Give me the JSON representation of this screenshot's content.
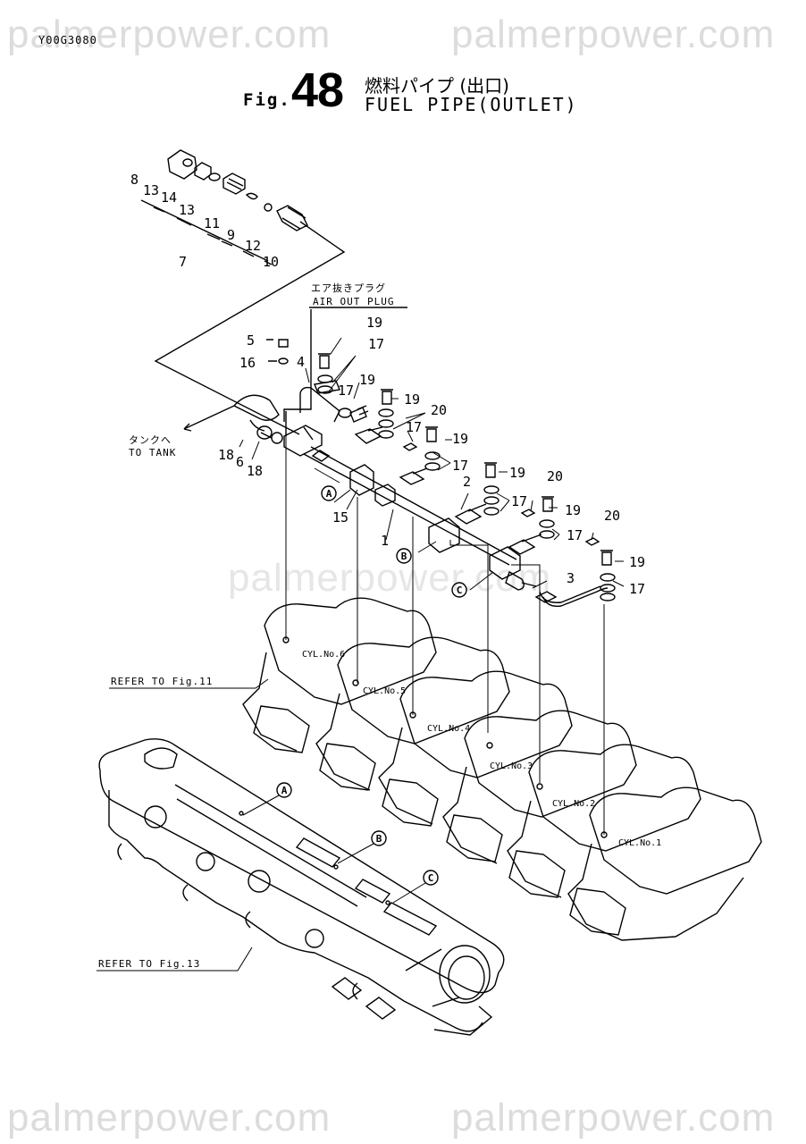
{
  "watermark": "palmerpower.com",
  "doc_code": "Y00G3080",
  "figure": {
    "prefix": "Fig.",
    "number": "48",
    "title_jp": "燃料パイプ (出口)",
    "title_en": "FUEL PIPE(OUTLET)"
  },
  "labels": {
    "air_out_plug_jp": "エア抜きプラグ",
    "air_out_plug_en": "AIR OUT PLUG",
    "to_tank_jp": "タンクへ",
    "to_tank_en": "TO TANK",
    "refer_fig11": "REFER TO Fig.11",
    "refer_fig13": "REFER TO Fig.13"
  },
  "cylinders": [
    "CYL.No.6",
    "CYL.No.5",
    "CYL.No.4",
    "CYL.No.3",
    "CYL.No.2",
    "CYL.No.1"
  ],
  "references": [
    "A",
    "B",
    "C"
  ],
  "part_numbers": [
    "1",
    "2",
    "3",
    "4",
    "5",
    "6",
    "7",
    "8",
    "9",
    "10",
    "11",
    "12",
    "13",
    "14",
    "15",
    "16",
    "17",
    "18",
    "19",
    "20"
  ]
}
